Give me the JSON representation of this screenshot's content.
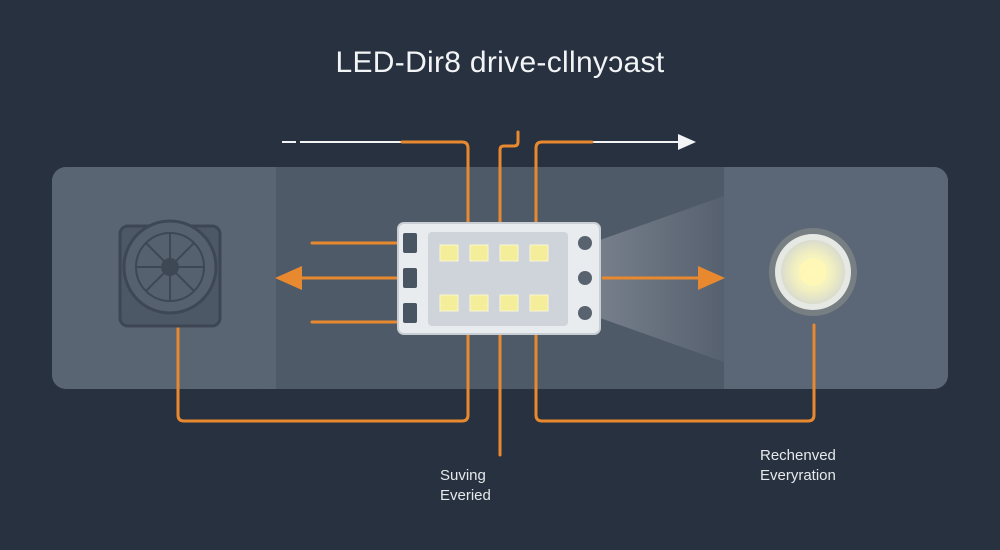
{
  "title": "LED-Dir8 drive-cllnyɔast",
  "captions": {
    "left": [
      "Suving",
      "Everied"
    ],
    "right": [
      "Rechenved",
      "Everyration"
    ]
  },
  "icons": {
    "left_component": "fan-icon",
    "center_component": "led-chip-icon",
    "right_component": "light-bulb-icon"
  },
  "colors": {
    "background": "#27313f",
    "wire": "#e8892f",
    "arrow_line": "#f2f4f6",
    "led_cell": "#f4ee9a",
    "glow": "#f7f3c4"
  }
}
